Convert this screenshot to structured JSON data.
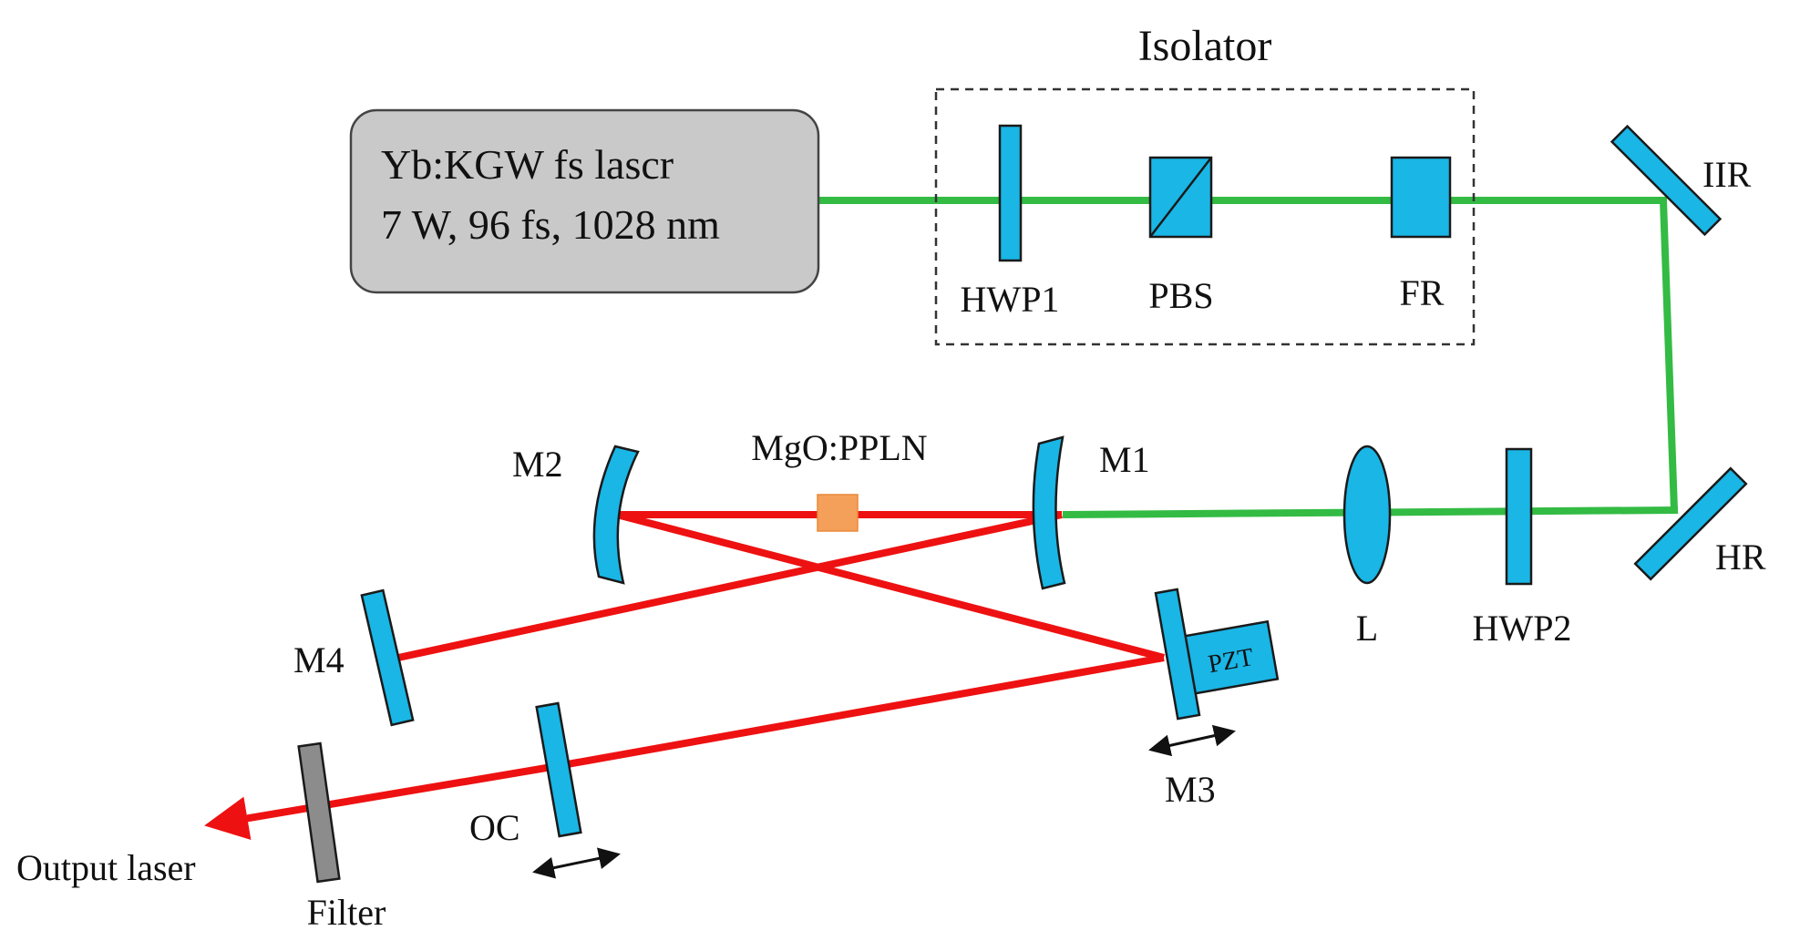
{
  "colors": {
    "pump_beam": "#33bb44",
    "signal_beam": "#ee1111",
    "optic_fill": "#19b6e6",
    "optic_stroke": "#1a1a1a",
    "laser_box_fill": "#c9c9c9",
    "crystal_fill": "#f5a05a",
    "filter_fill": "#8c8c8c"
  },
  "isolator": {
    "title": "Isolator"
  },
  "laser_source": {
    "line1": "Yb:KGW fs lascr",
    "line2": "7 W, 96 fs, 1028 nm"
  },
  "labels": {
    "hwp1": "HWP1",
    "pbs": "PBS",
    "fr": "FR",
    "hr_top": "IIR",
    "hr_bottom": "HR",
    "hwp2": "HWP2",
    "lens": "L",
    "m1": "M1",
    "m2": "M2",
    "m3": "M3",
    "m4": "M4",
    "crystal": "MgO:PPLN",
    "pzt": "PZT",
    "oc": "OC",
    "filter": "Filter",
    "output": "Output laser"
  }
}
